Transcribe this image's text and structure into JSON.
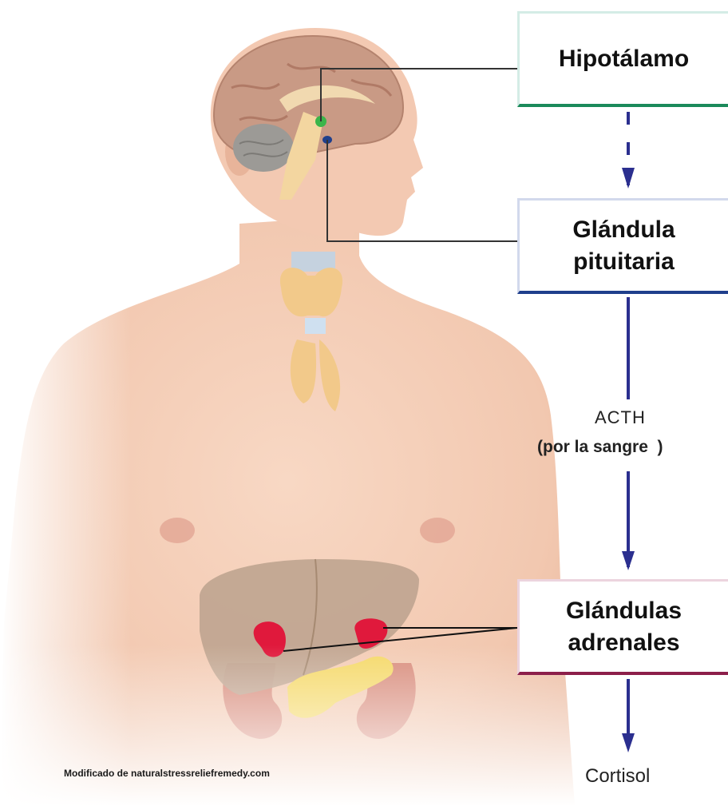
{
  "boxes": {
    "hypothalamus": "Hipotálamo",
    "pituitary_line1": "Glándula",
    "pituitary_line2": "pituitaria",
    "adrenal_line1": "Glándulas",
    "adrenal_line2": "adrenales"
  },
  "labels": {
    "acth": "ACTH",
    "blood": "(por la sangre  )",
    "cortisol": "Cortisol",
    "credit": "Modificado de naturalstressreliefremedy.com"
  },
  "colors": {
    "arrow": "#2b2f8f",
    "skin": "#f2c8b0",
    "brain": "#c99a85",
    "liver": "#bfa590",
    "adrenal_gland": "#e0193c",
    "kidney": "#d98e7e",
    "pancreas": "#f5d96a",
    "thyroid": "#f2c98a",
    "hypothalamus_accent": "#1b8a5a",
    "pituitary_accent": "#1f3f8c",
    "adrenal_accent": "#8c1f4a"
  }
}
